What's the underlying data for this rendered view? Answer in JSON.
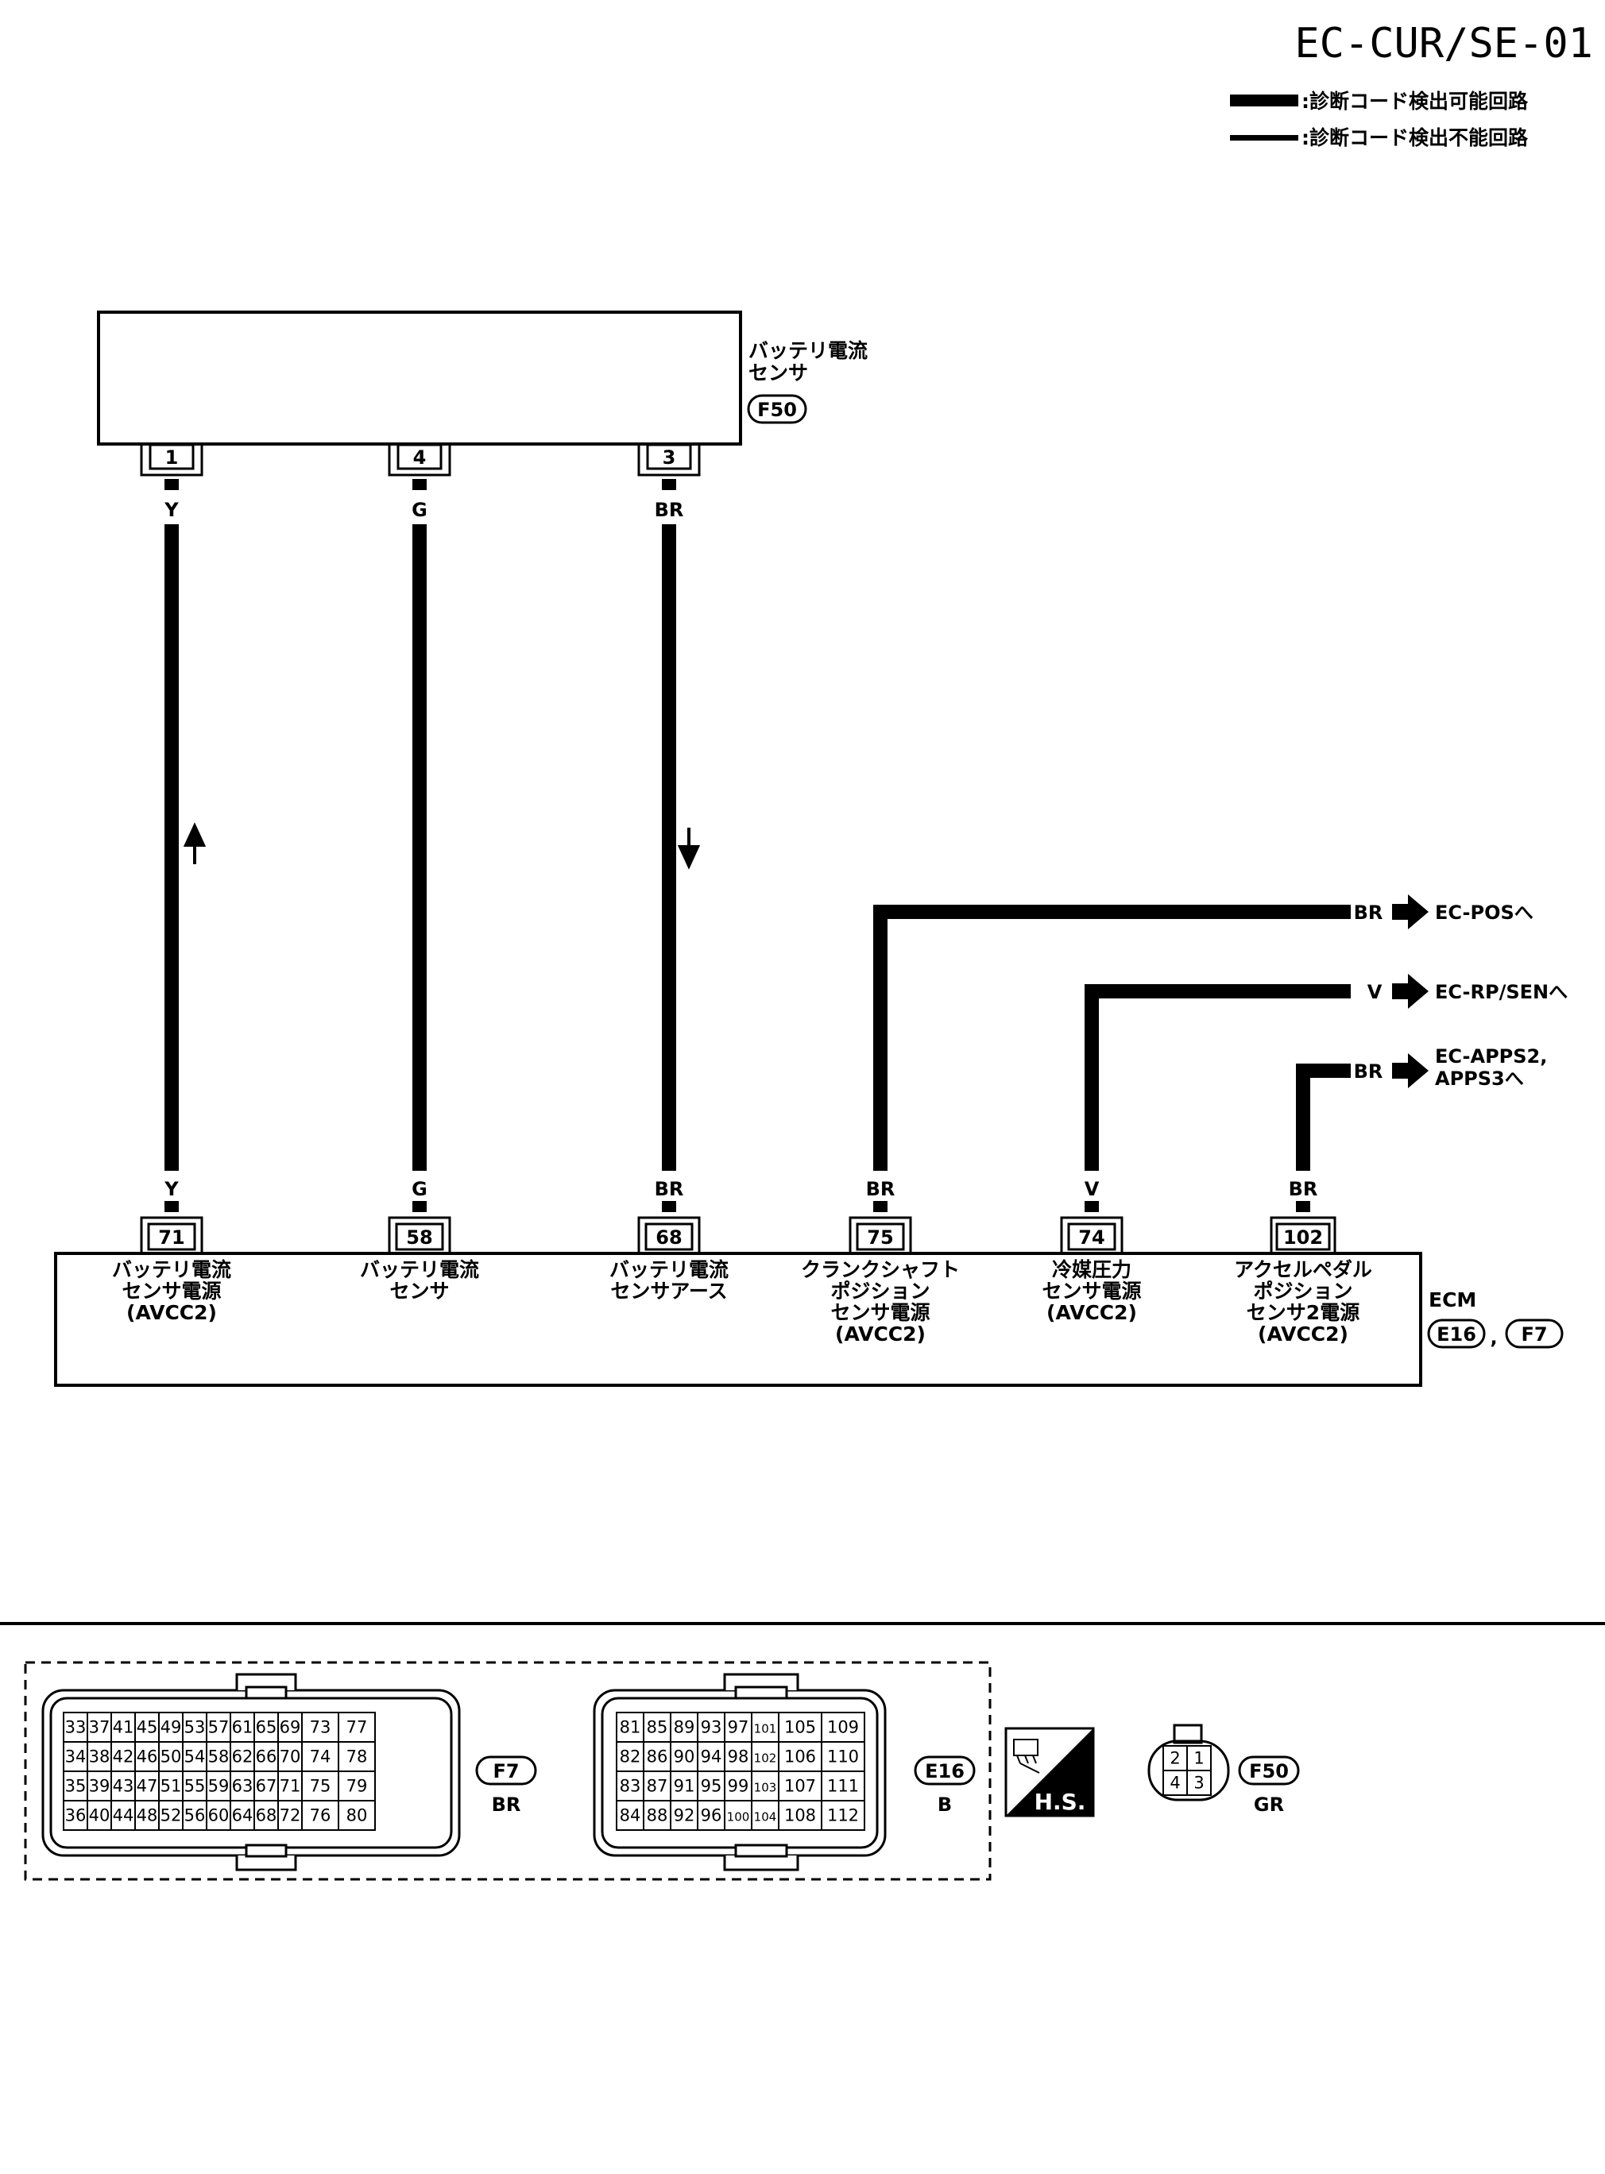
{
  "title": "EC-CUR/SE-01",
  "legend": {
    "thick": ":診断コード検出可能回路",
    "thin": ":診断コード検出不能回路"
  },
  "sensor": {
    "name_line1": "バッテリ電流",
    "name_line2": "センサ",
    "connector": "F50",
    "pins": [
      "1",
      "4",
      "3"
    ]
  },
  "wires": {
    "w1": "Y",
    "w2": "G",
    "w3": "BR",
    "w4": "BR",
    "w5": "V",
    "w6": "BR"
  },
  "destinations": {
    "d1": "EC-POSへ",
    "d2": "EC-RP/SENへ",
    "d3_line1": "EC-APPS2,",
    "d3_line2": "APPS3へ"
  },
  "ecm": {
    "name": "ECM",
    "connector1": "E16",
    "separator": ",",
    "connector2": "F7",
    "pins": [
      {
        "pin": "71",
        "lines": [
          "バッテリ電流",
          "センサ電源",
          "(AVCC2)"
        ]
      },
      {
        "pin": "58",
        "lines": [
          "バッテリ電流",
          "センサ"
        ]
      },
      {
        "pin": "68",
        "lines": [
          "バッテリ電流",
          "センサアース"
        ]
      },
      {
        "pin": "75",
        "lines": [
          "クランクシャフト",
          "ポジション",
          "センサ電源",
          "(AVCC2)"
        ]
      },
      {
        "pin": "74",
        "lines": [
          "冷媒圧力",
          "センサ電源",
          "(AVCC2)"
        ]
      },
      {
        "pin": "102",
        "lines": [
          "アクセルペダル",
          "ポジション",
          "センサ2電源",
          "(AVCC2)"
        ]
      }
    ]
  },
  "connector_f7": {
    "id": "F7",
    "color": "BR",
    "rows": [
      [
        "33",
        "37",
        "41",
        "45",
        "49",
        "53",
        "57",
        "61",
        "65",
        "69",
        "73",
        "77"
      ],
      [
        "34",
        "38",
        "42",
        "46",
        "50",
        "54",
        "58",
        "62",
        "66",
        "70",
        "74",
        "78"
      ],
      [
        "35",
        "39",
        "43",
        "47",
        "51",
        "55",
        "59",
        "63",
        "67",
        "71",
        "75",
        "79"
      ],
      [
        "36",
        "40",
        "44",
        "48",
        "52",
        "56",
        "60",
        "64",
        "68",
        "72",
        "76",
        "80"
      ]
    ]
  },
  "connector_e16": {
    "id": "E16",
    "color": "B",
    "rows": [
      [
        "81",
        "85",
        "89",
        "93",
        "97",
        "101",
        "105",
        "109"
      ],
      [
        "82",
        "86",
        "90",
        "94",
        "98",
        "102",
        "106",
        "110"
      ],
      [
        "83",
        "87",
        "91",
        "95",
        "99",
        "103",
        "107",
        "111"
      ],
      [
        "84",
        "88",
        "92",
        "96",
        "100",
        "104",
        "108",
        "112"
      ]
    ]
  },
  "hs_badge": "H.S.",
  "connector_f50": {
    "id": "F50",
    "color": "GR",
    "rows": [
      [
        "2",
        "1"
      ],
      [
        "4",
        "3"
      ]
    ]
  }
}
